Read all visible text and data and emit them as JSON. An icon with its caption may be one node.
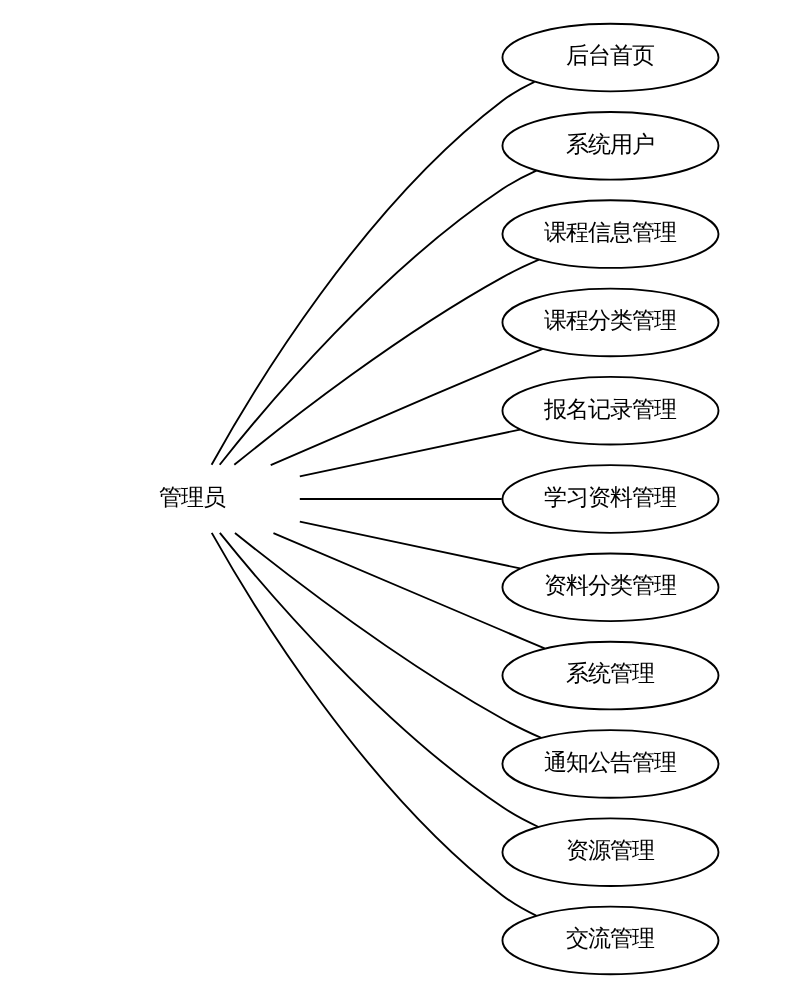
{
  "diagram": {
    "nodes": [
      {
        "text": [
          "管理员"
        ]
      },
      {
        "text": [
          "后台首页"
        ]
      },
      {
        "text": [
          "系统用户"
        ]
      },
      {
        "text": [
          "课程信息管理"
        ]
      },
      {
        "text": [
          "课程分类管理"
        ]
      },
      {
        "text": [
          "报名记录管理"
        ]
      },
      {
        "text": [
          "学习资料管理"
        ]
      },
      {
        "text": [
          "资料分类管理"
        ]
      },
      {
        "text": [
          "系统管理"
        ]
      },
      {
        "text": [
          "通知公告管理"
        ]
      },
      {
        "text": [
          "资源管理"
        ]
      },
      {
        "text": [
          "交流管理"
        ]
      }
    ],
    "edges": [
      {
        "from": 0,
        "to": 1,
        "arrow": "none"
      },
      {
        "from": 0,
        "to": 2,
        "arrow": "none"
      },
      {
        "from": 0,
        "to": 3,
        "arrow": "none"
      },
      {
        "from": 0,
        "to": 4,
        "arrow": "none"
      },
      {
        "from": 0,
        "to": 5,
        "arrow": "none"
      },
      {
        "from": 0,
        "to": 6,
        "arrow": "none"
      },
      {
        "from": 0,
        "to": 7,
        "arrow": "none"
      },
      {
        "from": 0,
        "to": 8,
        "arrow": "none"
      },
      {
        "from": 0,
        "to": 9,
        "arrow": "none"
      },
      {
        "from": 0,
        "to": 10,
        "arrow": "none"
      },
      {
        "from": 0,
        "to": 11,
        "arrow": "none"
      }
    ]
  }
}
